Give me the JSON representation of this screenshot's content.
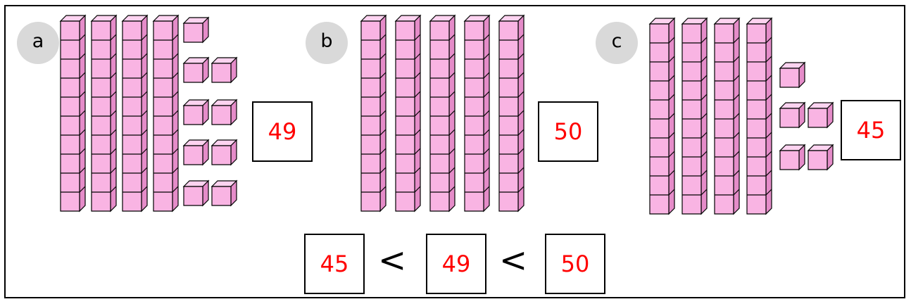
{
  "colors": {
    "cube_fill": "#f9b4e3",
    "cube_top": "#fdd3f0",
    "cube_side": "#e58cc9",
    "number": "#ff0000",
    "badge": "#d9d9d9"
  },
  "groups": [
    {
      "label": "a",
      "tens": 4,
      "ones": 9,
      "value": "49"
    },
    {
      "label": "b",
      "tens": 5,
      "ones": 0,
      "value": "50"
    },
    {
      "label": "c",
      "tens": 4,
      "ones": 5,
      "value": "45"
    }
  ],
  "comparison": {
    "first": "45",
    "op1": "<",
    "second": "49",
    "op2": "<",
    "third": "50"
  }
}
